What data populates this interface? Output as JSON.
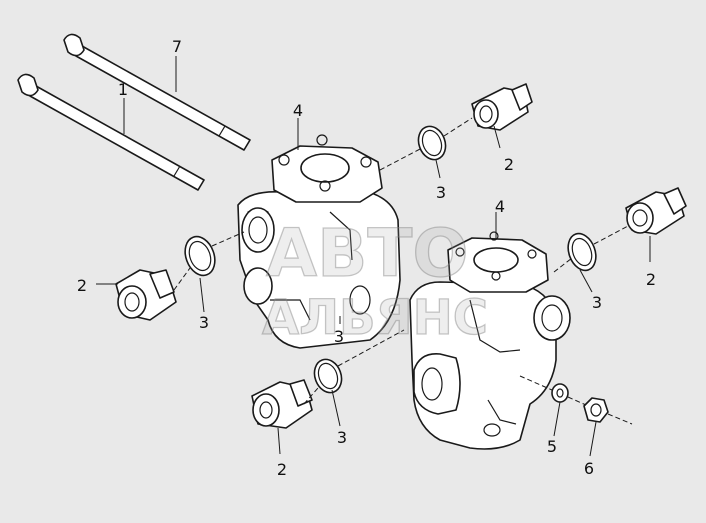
{
  "diagram": {
    "watermark": {
      "line1": "АВТО",
      "line2": "АЛЬЯНС"
    },
    "callouts": [
      {
        "id": "c-7",
        "text": "7"
      },
      {
        "id": "c-1",
        "text": "1"
      },
      {
        "id": "c-4a",
        "text": "4"
      },
      {
        "id": "c-2a",
        "text": "2"
      },
      {
        "id": "c-3a",
        "text": "3"
      },
      {
        "id": "c-4b",
        "text": "4"
      },
      {
        "id": "c-2b",
        "text": "2"
      },
      {
        "id": "c-2c",
        "text": "2"
      },
      {
        "id": "c-3b",
        "text": "3"
      },
      {
        "id": "c-3c",
        "text": "3"
      },
      {
        "id": "c-3d",
        "text": "3"
      },
      {
        "id": "c-3e",
        "text": "3"
      },
      {
        "id": "c-2d",
        "text": "2"
      },
      {
        "id": "c-5",
        "text": "5"
      },
      {
        "id": "c-6",
        "text": "6"
      }
    ]
  }
}
